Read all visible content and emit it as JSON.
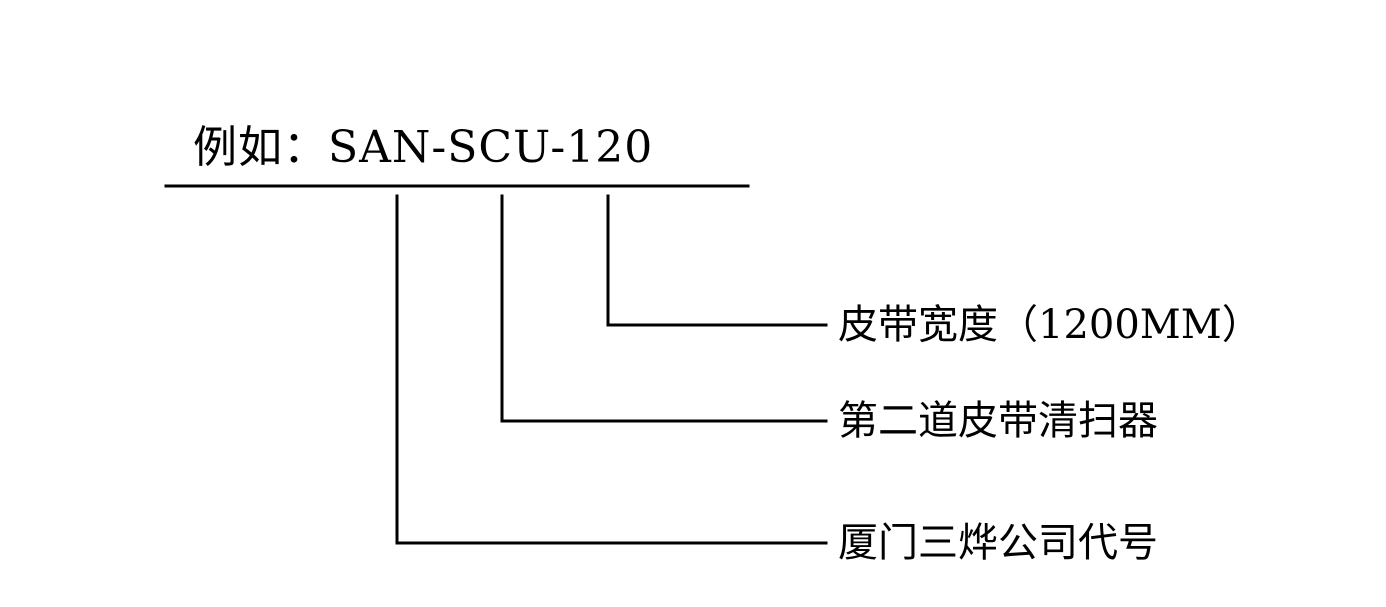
{
  "example": {
    "text": "例如：SAN-SCU-120"
  },
  "labels": {
    "belt_width": "皮带宽度（1200MM）",
    "cleaner_type": "第二道皮带清扫器",
    "company_code": "厦门三烨公司代号"
  }
}
